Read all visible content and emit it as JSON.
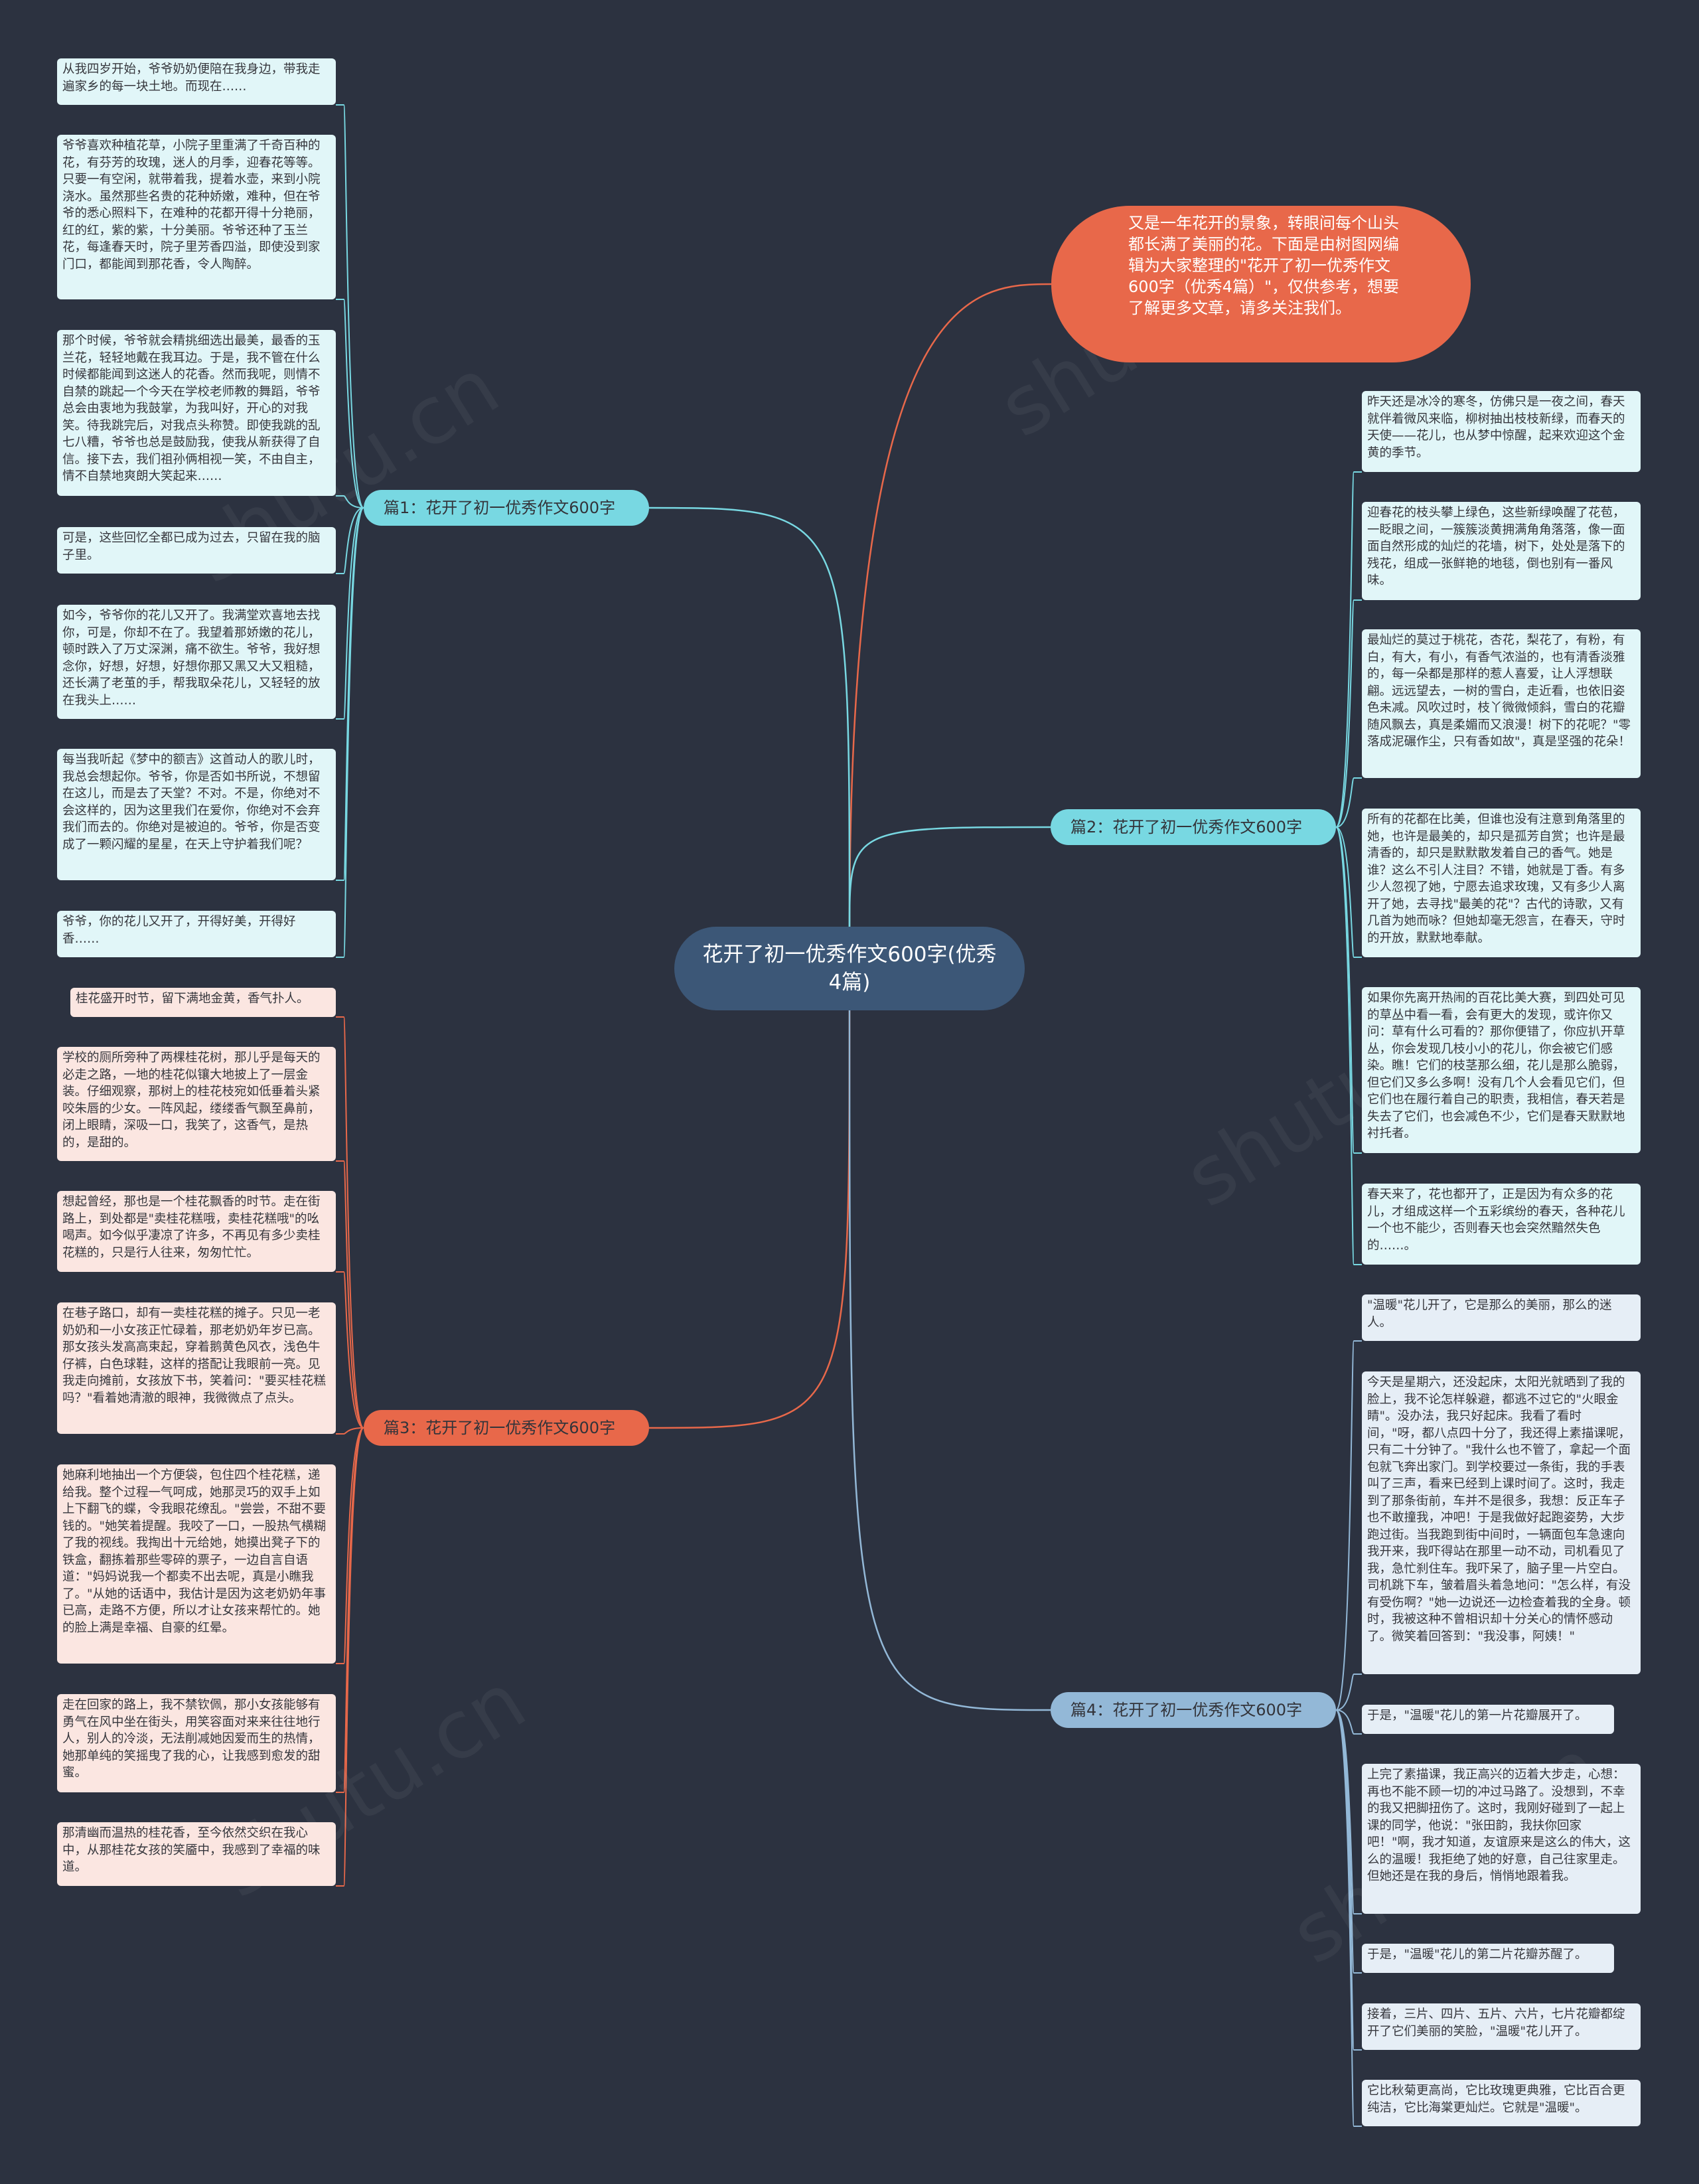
{
  "title": "花开了初一优秀作文600字(优秀4篇)",
  "intro": "又是一年花开的景象，转眼间每个山头都长满了美丽的花。下面是由树图网编辑为大家整理的\"花开了初一优秀作文600字（优秀4篇）\"，仅供参考，想要了解更多文章，请多关注我们。",
  "watermark": "shutu.cn",
  "colors": {
    "background": "#2c3240",
    "center": "#3c5777",
    "cyan": "#78d8e2",
    "red": "#e8684a",
    "blue": "#93b8d7"
  },
  "branches": [
    {
      "label": "篇1：花开了初一优秀作文600字",
      "leaves": [
        "从我四岁开始，爷爷奶奶便陪在我身边，带我走遍家乡的每一块土地。而现在……",
        "爷爷喜欢种植花草，小院子里重满了千奇百种的花，有芬芳的玫瑰，迷人的月季，迎春花等等。只要一有空闲，就带着我，提着水壶，来到小院浇水。虽然那些名贵的花种娇嫩，难种，但在爷爷的悉心照料下，在难种的花都开得十分艳丽，红的红，紫的紫，十分美丽。爷爷还种了玉兰花，每逢春天时，院子里芳香四溢，即使没到家门口，都能闻到那花香，令人陶醉。",
        "那个时候，爷爷就会精挑细选出最美，最香的玉兰花，轻轻地戴在我耳边。于是，我不管在什么时候都能闻到这迷人的花香。然而我呢，则情不自禁的跳起一个今天在学校老师教的舞蹈，爷爷总会由衷地为我鼓掌，为我叫好，开心的对我笑。待我跳完后，对我点头称赞。即使我跳的乱七八糟，爷爷也总是鼓励我，使我从新获得了自信。接下去，我们祖孙俩相视一笑，不由自主，情不自禁地爽朗大笑起来……",
        "可是，这些回忆全都已成为过去，只留在我的脑子里。",
        "如今，爷爷你的花儿又开了。我满堂欢喜地去找你，可是，你却不在了。我望着那娇嫩的花儿，顿时跌入了万丈深渊，痛不欲生。爷爷，我好想念你，好想，好想，好想你那又黑又大又粗糙，还长满了老茧的手，帮我取朵花儿，又轻轻的放在我头上……",
        "每当我听起《梦中的额吉》这首动人的歌儿时，我总会想起你。爷爷，你是否如书所说，不想留在这儿，而是去了天堂？不对。不是，你绝对不会这样的，因为这里我们在爱你，你绝对不会弃我们而去的。你绝对是被迫的。爷爷，你是否变成了一颗闪耀的星星，在天上守护着我们呢？",
        "爷爷，你的花儿又开了，开得好美，开得好香……"
      ]
    },
    {
      "label": "篇2：花开了初一优秀作文600字",
      "leaves": [
        "昨天还是冰冷的寒冬，仿佛只是一夜之间，春天就伴着微风来临，柳树抽出枝枝新绿，而春天的天使——花儿，也从梦中惊醒，起来欢迎这个金黄的季节。",
        "迎春花的枝头攀上绿色，这些新绿唤醒了花苞，一眨眼之间，一簇簇淡黄拥满角角落落，像一面面自然形成的灿烂的花墙，树下，处处是落下的残花，组成一张鲜艳的地毯，倒也别有一番风味。",
        "最灿烂的莫过于桃花，杏花，梨花了，有粉，有白，有大，有小，有香气浓溢的，也有清香淡雅的，每一朵都是那样的惹人喜爱，让人浮想联翩。远远望去，一树的雪白，走近看，也依旧姿色未减。风吹过时，枝丫微微倾斜，雪白的花瓣随风飘去，真是柔媚而又浪漫！树下的花呢？\"零落成泥碾作尘，只有香如故\"，真是坚强的花朵！",
        "所有的花都在比美，但谁也没有注意到角落里的她，也许是最美的，却只是孤芳自赏；也许是最清香的，却只是默默散发着自己的香气。她是谁？这么不引人注目？不错，她就是丁香。有多少人忽视了她，宁愿去追求玫瑰，又有多少人离开了她，去寻找\"最美的花\"？古代的诗歌，又有几首为她而咏？但她却毫无怨言，在春天，守时的开放，默默地奉献。",
        "如果你先离开热闹的百花比美大赛，到四处可见的草丛中看一看，会有更大的发现，或许你又问：草有什么可看的？那你便错了，你应扒开草丛，你会发现几枝小小的花儿，你会被它们感染。瞧！它们的枝茎那么细，花儿是那么脆弱，但它们又多么多啊！没有几个人会看见它们，但它们也在履行着自己的职责，我相信，春天若是失去了它们，也会减色不少，它们是春天默默地衬托者。",
        "春天来了，花也都开了，正是因为有众多的花儿，才组成这样一个五彩缤纷的春天，各种花儿一个也不能少，否则春天也会突然黯然失色的……。"
      ]
    },
    {
      "label": "篇3：花开了初一优秀作文600字",
      "leaves": [
        "桂花盛开时节，留下满地金黄，香气扑人。",
        "学校的厕所旁种了两棵桂花树，那儿乎是每天的必走之路，一地的桂花似镶大地披上了一层金装。仔细观察，那树上的桂花枝宛如低垂着头紧咬朱唇的少女。一阵风起，缕缕香气飘至鼻前，闭上眼睛，深吸一口，我笑了，这香气，是热的，是甜的。",
        "想起曾经，那也是一个桂花飘香的时节。走在街路上，到处都是\"卖桂花糕哦，卖桂花糕哦\"的吆喝声。如今似乎凄凉了许多，不再见有多少卖桂花糕的，只是行人往来，匆匆忙忙。",
        "在巷子路口，却有一卖桂花糕的摊子。只见一老奶奶和一小女孩正忙碌着，那老奶奶年岁已高。那女孩头发高高束起，穿着鹅黄色风衣，浅色牛仔裤，白色球鞋，这样的搭配让我眼前一亮。见我走向摊前，女孩放下书，笑着问：\"要买桂花糕吗？\"看着她清澈的眼神，我微微点了点头。",
        "她麻利地抽出一个方便袋，包住四个桂花糕，递给我。整个过程一气呵成，她那灵巧的双手上如上下翻飞的蝶，令我眼花缭乱。\"尝尝，不甜不要钱的。\"她笑着提醒。我咬了一口，一股热气横糊了我的视线。我掏出十元给她，她摸出凳子下的铁盒，翻拣着那些零碎的票子，一边自言自语道：\"妈妈说我一个都卖不出去呢，真是小瞧我了。\"从她的话语中，我估计是因为这老奶奶年事已高，走路不方便，所以才让女孩来帮忙的。她的脸上满是幸福、自豪的红晕。",
        "走在回家的路上，我不禁钦佩，那小女孩能够有勇气在风中坐在街头，用笑容面对来来往往地行人，别人的冷淡，无法削减她因爱而生的热情，她那单纯的笑摇曳了我的心，让我感到愈发的甜蜜。",
        "那清幽而温热的桂花香，至今依然交织在我心中，从那桂花女孩的笑靥中，我感到了幸福的味道。"
      ]
    },
    {
      "label": "篇4：花开了初一优秀作文600字",
      "leaves": [
        "\"温暖\"花儿开了，它是那么的美丽，那么的迷人。",
        "今天是星期六，还没起床，太阳光就晒到了我的脸上，我不论怎样躲避，都逃不过它的\"火眼金睛\"。没办法，我只好起床。我看了看时间，\"呀，都八点四十分了，我还得上素描课呢，只有二十分钟了。\"我什么也不管了，拿起一个面包就飞奔出家门。到学校要过一条街，我的手表叫了三声，看来已经到上课时间了。这时，我走到了那条街前，车并不是很多，我想：反正车子也不敢撞我，冲吧！于是我做好起跑姿势，大步跑过街。当我跑到街中间时，一辆面包车急速向我开来，我吓得站在那里一动不动，司机看见了我，急忙刹住车。我吓呆了，脑子里一片空白。司机跳下车，皱着眉头着急地问：\"怎么样，有没有受伤啊？\"她一边说还一边检查着我的全身。顿时，我被这种不曾相识却十分关心的情怀感动了。微笑着回答到：\"我没事，阿姨！\"",
        "于是，\"温暖\"花儿的第一片花瓣展开了。",
        "上完了素描课，我正高兴的迈着大步走，心想：再也不能不顾一切的冲过马路了。没想到，不幸的我又把脚扭伤了。这时，我刚好碰到了一起上课的同学，他说：\"张田韵，我扶你回家吧！\"啊，我才知道，友谊原来是这么的伟大，这么的温暖！我拒绝了她的好意，自己往家里走。但她还是在我的身后，悄悄地跟着我。",
        "于是，\"温暖\"花儿的第二片花瓣苏醒了。",
        "接着，三片、四片、五片、六片，七片花瓣都绽开了它们美丽的笑脸，\"温暖\"花儿开了。",
        "它比秋菊更高尚，它比玫瑰更典雅，它比百合更纯洁，它比海棠更灿烂。它就是\"温暖\"。"
      ]
    }
  ]
}
